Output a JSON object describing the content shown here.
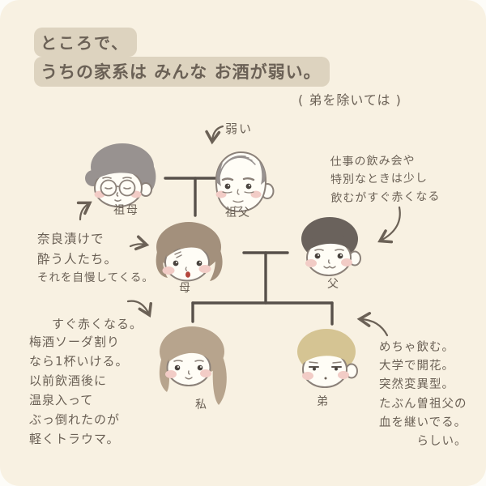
{
  "palette": {
    "bg": "#f8f1e2",
    "outer": "#fdfcf8",
    "highlight": "#ddd3bf",
    "ink": "#6b6156",
    "line": "#57504a",
    "face": "#fffdf6",
    "outline": "#8b8179",
    "blush": "#f2ccc6",
    "hair-grey": "#989290",
    "hair-dark": "#6a625c",
    "hair-taupe": "#a3907c",
    "hair-light": "#b7a48d",
    "hair-blonde": "#d5c493",
    "lip": "#b4463c"
  },
  "title": {
    "line1": "ところで、",
    "line2": "うちの家系は みんな お酒が弱い。",
    "exception_note": "( 弟を除いては )"
  },
  "people": {
    "grandmother": {
      "label": "祖母"
    },
    "grandfather": {
      "label": "祖父"
    },
    "mother": {
      "label": "母"
    },
    "father": {
      "label": "父"
    },
    "me": {
      "label": "私"
    },
    "brother": {
      "label": "弟"
    }
  },
  "notes": {
    "grandfather_callout": {
      "text": "弱い"
    },
    "grandparents": {
      "lines": [
        "奈良漬けで",
        "酔う人たち。",
        "それを自慢してくる。"
      ]
    },
    "father": {
      "lines": [
        "仕事の飲み会や",
        "特別なときは少し",
        "飲むがすぐ赤くなる"
      ]
    },
    "me": {
      "heading": "すぐ赤くなる。",
      "lines": [
        "梅酒ソーダ割り",
        "なら1杯いける。",
        "以前飲酒後に",
        "温泉入って",
        "ぶっ倒れたのが",
        "軽くトラウマ。"
      ]
    },
    "brother": {
      "lines": [
        "めちゃ飲む。",
        "大学で開花。",
        "突然変異型。",
        "たぶん曽祖父の",
        "血を継いでる。",
        "らしい。"
      ]
    }
  }
}
